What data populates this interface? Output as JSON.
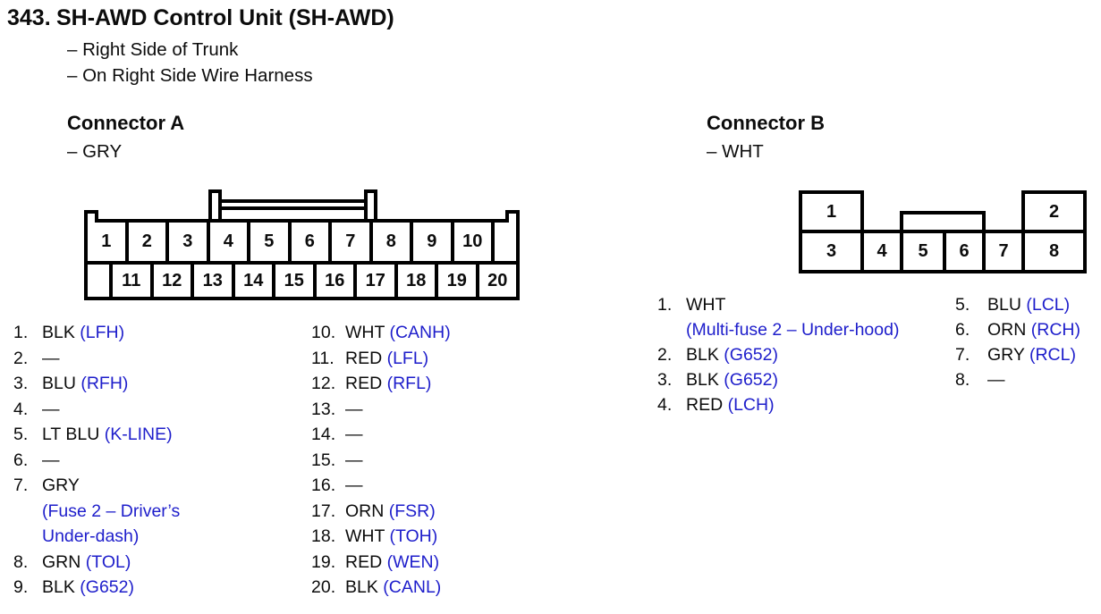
{
  "page": {
    "item_number": "343.",
    "title": "SH-AWD Control Unit (SH-AWD)",
    "locations": [
      "– Right Side of Trunk",
      "– On Right Side Wire Harness"
    ]
  },
  "colors": {
    "signal_blue": "#1e1ecb"
  },
  "connector_a": {
    "title": "Connector A",
    "color_label": "– GRY",
    "top_cells": [
      "1",
      "2",
      "3",
      "4",
      "5",
      "6",
      "7",
      "8",
      "9",
      "10"
    ],
    "bottom_cells": [
      "11",
      "12",
      "13",
      "14",
      "15",
      "16",
      "17",
      "18",
      "19",
      "20"
    ],
    "pins_left": [
      {
        "num": "1.",
        "wire": "BLK",
        "signal": " (LFH)"
      },
      {
        "num": "2.",
        "wire": "—",
        "signal": ""
      },
      {
        "num": "3.",
        "wire": "BLU",
        "signal": " (RFH)"
      },
      {
        "num": "4.",
        "wire": "—",
        "signal": ""
      },
      {
        "num": "5.",
        "wire": "LT BLU",
        "signal": " (K-LINE)"
      },
      {
        "num": "6.",
        "wire": "—",
        "signal": ""
      },
      {
        "num": "7.",
        "wire": "GRY",
        "signal": "\n(Fuse 2 – Driver’s\nUnder-dash)"
      },
      {
        "num": "8.",
        "wire": "GRN",
        "signal": " (TOL)"
      },
      {
        "num": "9.",
        "wire": "BLK",
        "signal": " (G652)"
      }
    ],
    "pins_right": [
      {
        "num": "10.",
        "wire": "WHT",
        "signal": " (CANH)"
      },
      {
        "num": "11.",
        "wire": "RED",
        "signal": " (LFL)"
      },
      {
        "num": "12.",
        "wire": "RED",
        "signal": " (RFL)"
      },
      {
        "num": "13.",
        "wire": "—",
        "signal": ""
      },
      {
        "num": "14.",
        "wire": "—",
        "signal": ""
      },
      {
        "num": "15.",
        "wire": "—",
        "signal": ""
      },
      {
        "num": "16.",
        "wire": "—",
        "signal": ""
      },
      {
        "num": "17.",
        "wire": "ORN",
        "signal": " (FSR)"
      },
      {
        "num": "18.",
        "wire": "WHT",
        "signal": " (TOH)"
      },
      {
        "num": "19.",
        "wire": "RED",
        "signal": " (WEN)"
      },
      {
        "num": "20.",
        "wire": "BLK",
        "signal": " (CANL)"
      }
    ]
  },
  "connector_b": {
    "title": "Connector B",
    "color_label": "– WHT",
    "top_cells": [
      "1",
      "2"
    ],
    "bottom_cells": [
      "3",
      "4",
      "5",
      "6",
      "7",
      "8"
    ],
    "pins_left": [
      {
        "num": "1.",
        "wire": "WHT",
        "signal": "\n(Multi-fuse 2 – Under-hood)"
      },
      {
        "num": "2.",
        "wire": "BLK",
        "signal": " (G652)"
      },
      {
        "num": "3.",
        "wire": "BLK",
        "signal": " (G652)"
      },
      {
        "num": "4.",
        "wire": "RED",
        "signal": " (LCH)"
      }
    ],
    "pins_right": [
      {
        "num": "5.",
        "wire": "BLU",
        "signal": " (LCL)"
      },
      {
        "num": "6.",
        "wire": "ORN",
        "signal": " (RCH)"
      },
      {
        "num": "7.",
        "wire": "GRY",
        "signal": " (RCL)"
      },
      {
        "num": "8.",
        "wire": "—",
        "signal": ""
      }
    ]
  }
}
